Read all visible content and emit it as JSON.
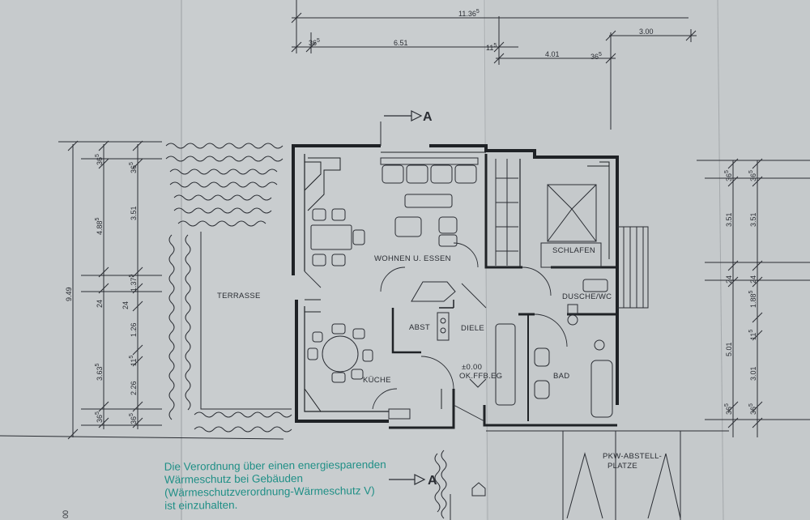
{
  "section_marker": "A",
  "rooms": {
    "wohnen": "WOHNEN U. ESSEN",
    "schlafen": "SCHLAFEN",
    "dusche": "DUSCHE/WC",
    "terrasse": "TERRASSE",
    "abst": "ABST",
    "diele": "DIELE",
    "kueche": "KÜCHE",
    "bad": "BAD",
    "pkw_line1": "PKW-ABSTELL-",
    "pkw_line2": "PLATZE"
  },
  "level_mark": {
    "value": "±0.00",
    "label": "OK.FFB.EG"
  },
  "dimensions_top": {
    "total": "11.36",
    "total_sup": "5",
    "left_wall": "36",
    "left_wall_sup": "5",
    "living_width": "6.51",
    "middle_wall": "11",
    "middle_wall_sup": "5",
    "bedroom_width": "4.01",
    "right_wall": "36",
    "right_wall_sup": "5",
    "parking_width": "3.00"
  },
  "dimensions_left": {
    "total": "9.49",
    "outer_1_wall": "36",
    "outer_1_wall_sup": "5",
    "outer_1_room": "4.88",
    "outer_1_room_sup": "5",
    "outer_1_gap": "24",
    "outer_1_lower": "3.63",
    "outer_1_lower_sup": "5",
    "outer_1_base": "36",
    "outer_1_base_sup": "5",
    "outer_2_wall": "36",
    "outer_2_wall_sup": "5",
    "outer_2_room": "3.51",
    "outer_2_opening": "1.37",
    "outer_2_opening_sup": "5",
    "outer_2_gap": "24",
    "outer_2_mid": "1.26",
    "outer_2_wall2": "11",
    "outer_2_wall2_sup": "5",
    "outer_2_lower": "2.26",
    "outer_2_base": "36",
    "outer_2_base_sup": "5"
  },
  "dimensions_right": {
    "col_a_wall": "36",
    "col_a_wall_sup": "5",
    "col_a_room": "3.51",
    "col_a_gap": "24",
    "col_a_total": "5.01",
    "col_a_base": "36",
    "col_a_base_sup": "5",
    "col_b_wall": "36",
    "col_b_wall_sup": "5",
    "col_b_room": "3.51",
    "col_b_gap": "24",
    "col_b_mid": "1.88",
    "col_b_mid_sup": "5",
    "col_b_wall2": "11",
    "col_b_wall2_sup": "5",
    "col_b_lower": "3.01",
    "col_b_base": "36",
    "col_b_base_sup": "5"
  },
  "edge_label": "00",
  "stamp": {
    "line1": "Die Verordnung über einen energiesparenden",
    "line2": "Wärmeschutz bei Gebäuden",
    "line3": "(Wärmeschutzverordnung-Wärmeschutz V)",
    "line4": "ist einzuhalten."
  },
  "colors": {
    "paper": "#c9cdcf",
    "ink": "#2a2d33",
    "stamp": "#1f8f86"
  }
}
